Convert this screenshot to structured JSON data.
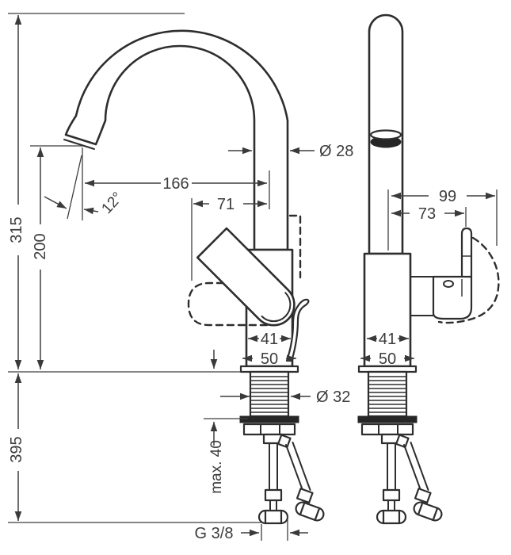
{
  "drawing": {
    "front_view": {
      "height_total": "315",
      "spout_height": "200",
      "spout_angle": "12°",
      "spout_reach": "166",
      "handle_offset": "71",
      "spout_diameter": "Ø 28",
      "body_width": "41",
      "base_width": "50",
      "shank_diameter": "Ø 32",
      "max_mounting_thickness": "max. 40",
      "supply_length": "395",
      "connection_thread": "G 3/8"
    },
    "side_view": {
      "depth_total": "99",
      "handle_depth": "73",
      "body_width": "41",
      "base_width": "50"
    },
    "colors": {
      "line": "#2e2e2e",
      "dimension": "#3f3f3f",
      "background": "#ffffff",
      "dark_fill": "#262626"
    }
  }
}
